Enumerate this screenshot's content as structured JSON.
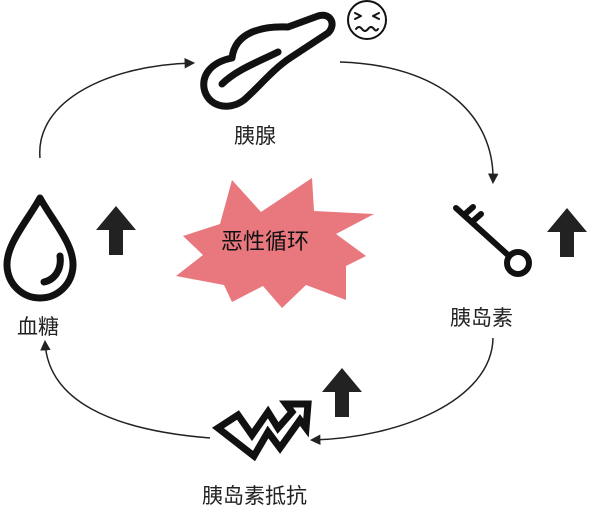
{
  "center": {
    "label": "恶性循环",
    "burst_color": "#e8787e"
  },
  "nodes": {
    "pancreas": {
      "label": "胰腺",
      "icon": "pancreas-icon",
      "status_icon": "dizzy-face-icon"
    },
    "insulin": {
      "label": "胰岛素",
      "icon": "key-icon",
      "trend": "up"
    },
    "resistance": {
      "label": "胰岛素抵抗",
      "icon": "zigzag-arrow-icon",
      "trend": "up"
    },
    "blood_sugar": {
      "label": "血糖",
      "icon": "droplet-icon",
      "trend": "up"
    }
  },
  "colors": {
    "stroke": "#111111",
    "arrow": "#222222"
  }
}
